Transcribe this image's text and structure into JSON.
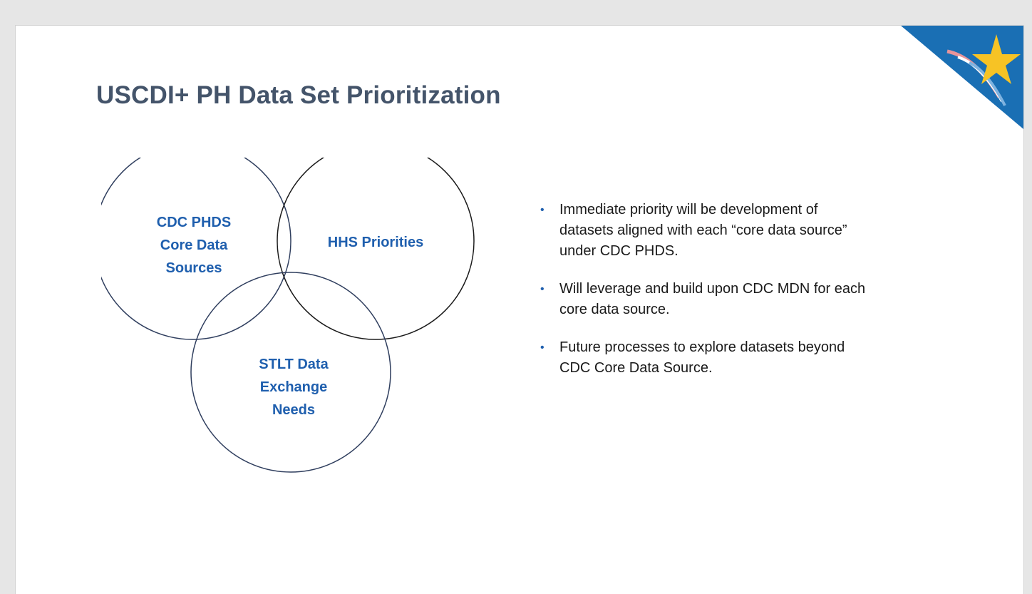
{
  "slide": {
    "title": "USCDI+ PH Data Set Prioritization"
  },
  "venn": {
    "circles": [
      {
        "label": "CDC PHDS\nCore Data\nSources"
      },
      {
        "label": "HHS Priorities"
      },
      {
        "label": "STLT Data\nExchange\nNeeds"
      }
    ]
  },
  "bullets": [
    "Immediate priority will be development of datasets aligned with each “core data source” under CDC PHDS.",
    "Will leverage and build upon CDC MDN for each core data source.",
    "Future processes to explore datasets beyond CDC Core Data Source."
  ],
  "colors": {
    "title": "#44546a",
    "venn_label": "#1f5fae",
    "bullet_marker": "#1f5fae",
    "logo_blue": "#1a6fb4",
    "logo_star": "#f7c325"
  },
  "icons": {
    "corner_logo": "star-logo-icon",
    "bullet_marker": "bullet-dot-icon"
  }
}
